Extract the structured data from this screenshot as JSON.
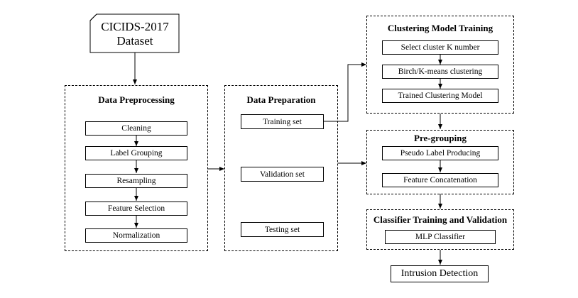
{
  "dataset": {
    "line1": "CICIDS-2017",
    "line2": "Dataset"
  },
  "preprocessing": {
    "title": "Data Preprocessing",
    "steps": [
      "Cleaning",
      "Label Grouping",
      "Resampling",
      "Feature Selection",
      "Normalization"
    ]
  },
  "preparation": {
    "title": "Data Preparation",
    "sets": [
      "Training set",
      "Validation set",
      "Testing set"
    ]
  },
  "clustering": {
    "title": "Clustering Model Training",
    "steps": [
      "Select cluster K number",
      "Birch/K-means clustering",
      "Trained Clustering Model"
    ]
  },
  "pregrouping": {
    "title": "Pre-grouping",
    "steps": [
      "Pseudo Label Producing",
      "Feature Concatenation"
    ]
  },
  "classifier": {
    "title": "Classifier Training and Validation",
    "step": "MLP Classifier"
  },
  "output": {
    "label": "Intrusion Detection"
  }
}
